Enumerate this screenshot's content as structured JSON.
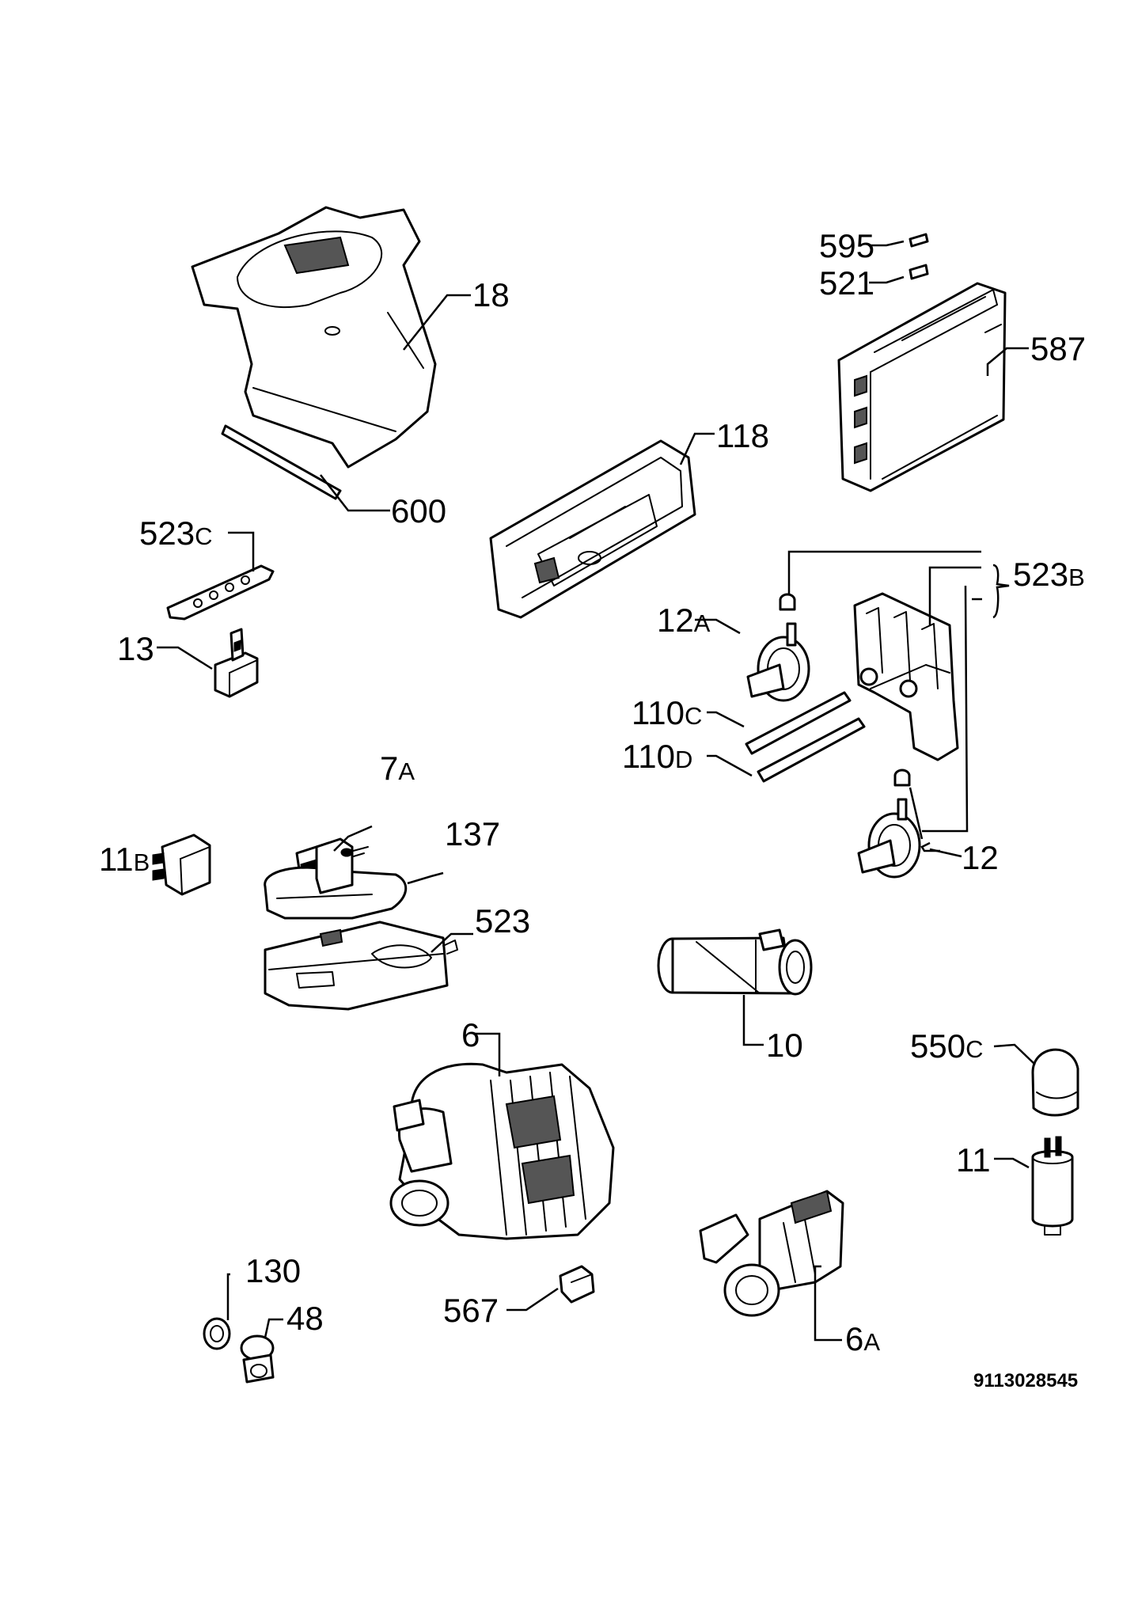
{
  "diagram": {
    "labels": [
      {
        "id": "18",
        "num": "18",
        "suffix": ""
      },
      {
        "id": "600",
        "num": "600",
        "suffix": ""
      },
      {
        "id": "118",
        "num": "118",
        "suffix": ""
      },
      {
        "id": "595",
        "num": "595",
        "suffix": ""
      },
      {
        "id": "521",
        "num": "521",
        "suffix": ""
      },
      {
        "id": "587",
        "num": "587",
        "suffix": ""
      },
      {
        "id": "523C",
        "num": "523",
        "suffix": "C"
      },
      {
        "id": "523B",
        "num": "523",
        "suffix": "B"
      },
      {
        "id": "13",
        "num": "13",
        "suffix": ""
      },
      {
        "id": "12A",
        "num": "12",
        "suffix": "A"
      },
      {
        "id": "110C",
        "num": "110",
        "suffix": "C"
      },
      {
        "id": "110D",
        "num": "110",
        "suffix": "D"
      },
      {
        "id": "7A",
        "num": "7",
        "suffix": "A"
      },
      {
        "id": "11B",
        "num": "11",
        "suffix": "B"
      },
      {
        "id": "137",
        "num": "137",
        "suffix": ""
      },
      {
        "id": "12",
        "num": "12",
        "suffix": ""
      },
      {
        "id": "523",
        "num": "523",
        "suffix": ""
      },
      {
        "id": "10",
        "num": "10",
        "suffix": ""
      },
      {
        "id": "6",
        "num": "6",
        "suffix": ""
      },
      {
        "id": "550C",
        "num": "550",
        "suffix": "C"
      },
      {
        "id": "11",
        "num": "11",
        "suffix": ""
      },
      {
        "id": "130",
        "num": "130",
        "suffix": ""
      },
      {
        "id": "48",
        "num": "48",
        "suffix": ""
      },
      {
        "id": "567",
        "num": "567",
        "suffix": ""
      },
      {
        "id": "6A",
        "num": "6",
        "suffix": "A"
      }
    ],
    "drawing_code": "9113028545"
  }
}
